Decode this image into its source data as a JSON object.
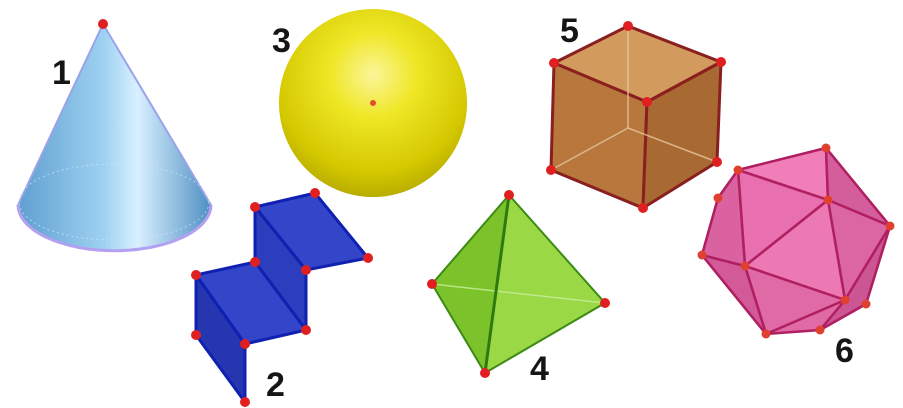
{
  "figure": {
    "shapes": [
      {
        "id": "cone",
        "label": "1",
        "color": "#7ab8e2"
      },
      {
        "id": "prism",
        "label": "2",
        "color": "#2e3fc2"
      },
      {
        "id": "sphere",
        "label": "3",
        "color": "#e8e010"
      },
      {
        "id": "tetrahedron",
        "label": "4",
        "color": "#8fd13a"
      },
      {
        "id": "cube",
        "label": "5",
        "color": "#c07a3a"
      },
      {
        "id": "icosahedron",
        "label": "6",
        "color": "#e66aa8"
      }
    ],
    "vertex_color": "#e02020"
  }
}
